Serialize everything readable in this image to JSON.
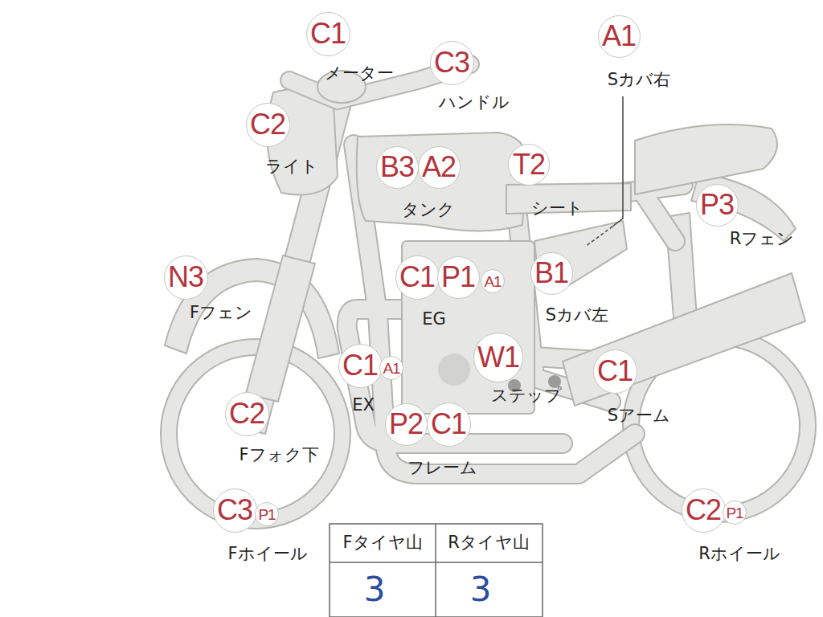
{
  "diagram": {
    "nodes": [
      {
        "text": [
          "C1"
        ]
      },
      {
        "text": [
          "A1"
        ]
      },
      {
        "text": [
          "C3"
        ]
      },
      {
        "text": [
          "C2"
        ]
      },
      {
        "text": [
          "B3"
        ]
      },
      {
        "text": [
          "A2"
        ]
      },
      {
        "text": [
          "T2"
        ]
      },
      {
        "text": [
          "P3"
        ]
      },
      {
        "text": [
          "N3"
        ]
      },
      {
        "text": [
          "C1"
        ]
      },
      {
        "text": [
          "P1"
        ]
      },
      {
        "text": [
          "A1"
        ]
      },
      {
        "text": [
          "B1"
        ]
      },
      {
        "text": [
          "C1"
        ]
      },
      {
        "text": [
          "A1"
        ]
      },
      {
        "text": [
          "W1"
        ]
      },
      {
        "text": [
          "C1"
        ]
      },
      {
        "text": [
          "C2"
        ]
      },
      {
        "text": [
          "P2"
        ]
      },
      {
        "text": [
          "C1"
        ]
      },
      {
        "text": [
          "C3"
        ]
      },
      {
        "text": [
          "P1"
        ]
      },
      {
        "text": [
          "C2"
        ]
      },
      {
        "text": [
          "P1"
        ]
      }
    ],
    "labels": [
      "メーター",
      "Sカバ右",
      "ハンドル",
      "ライト",
      "タンク",
      "シート",
      "Rフェン",
      "Fフェン",
      "EG",
      "Sカバ左",
      "EX",
      "ステップ",
      "Sアーム",
      "Fフォク下",
      "フレーム",
      "Fホイール",
      "Rホイール",
      "Fタイヤ山",
      "Rタイヤ山",
      "3",
      "3"
    ]
  }
}
